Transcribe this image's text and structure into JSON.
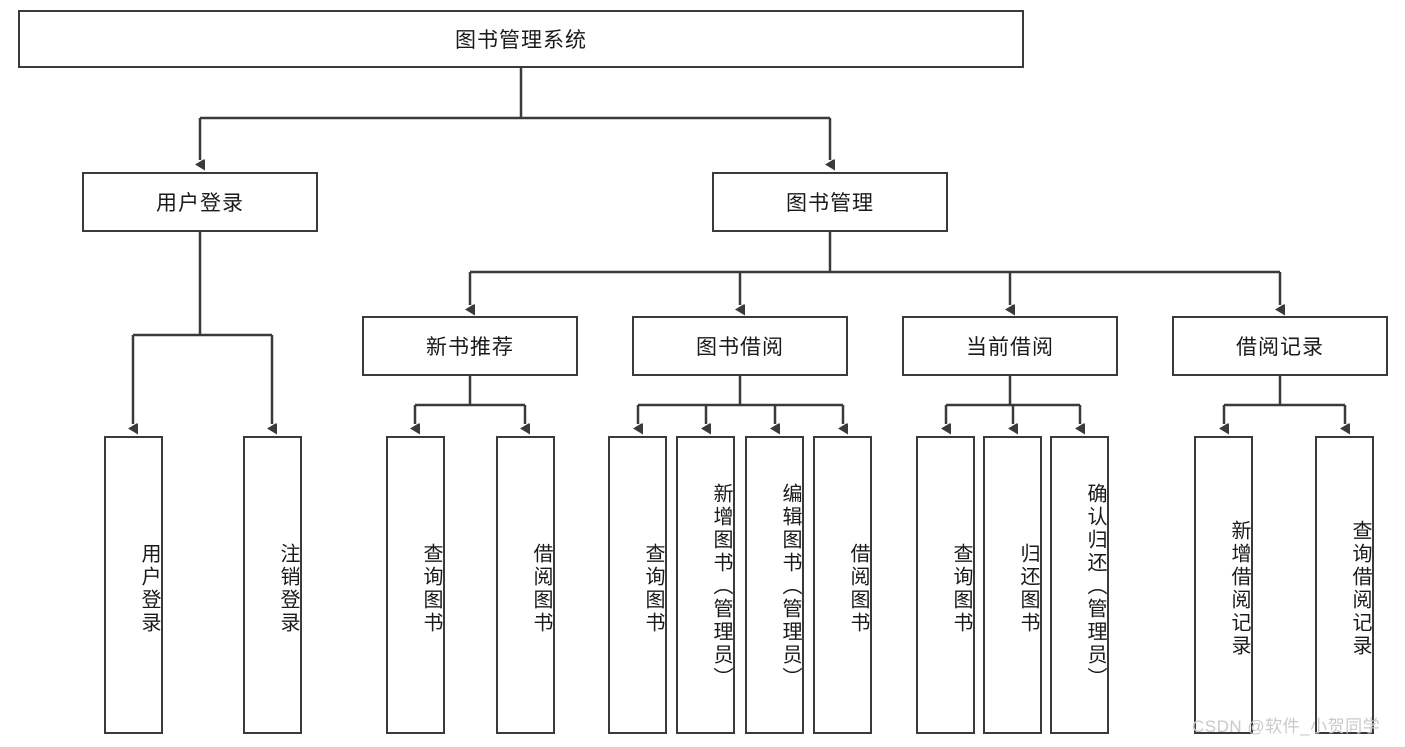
{
  "diagram": {
    "type": "tree",
    "title": "图书管理系统",
    "orientation": "top-down",
    "colors": {
      "box_border": "#3a3a3a",
      "box_fill": "#ffffff",
      "edge": "#3a3a3a",
      "text": "#1a1a1a",
      "watermark": "#c9c9c9",
      "background": "#ffffff"
    },
    "root": {
      "label": "图书管理系统"
    },
    "level2": [
      {
        "label": "用户登录"
      },
      {
        "label": "图书管理"
      }
    ],
    "level3": [
      {
        "label": "新书推荐"
      },
      {
        "label": "图书借阅"
      },
      {
        "label": "当前借阅"
      },
      {
        "label": "借阅记录"
      }
    ],
    "leaves": {
      "user_login": [
        {
          "label": "用户登录"
        },
        {
          "label": "注销登录"
        }
      ],
      "new_book": [
        {
          "label": "查询图书"
        },
        {
          "label": "借阅图书"
        }
      ],
      "book_borrow": [
        {
          "label": "查询图书"
        },
        {
          "label": "新增图书（管理员）"
        },
        {
          "label": "编辑图书（管理员）"
        },
        {
          "label": "借阅图书"
        }
      ],
      "current_borrow": [
        {
          "label": "查询图书"
        },
        {
          "label": "归还图书"
        },
        {
          "label": "确认归还（管理员）"
        }
      ],
      "borrow_record": [
        {
          "label": "新增借阅记录"
        },
        {
          "label": "查询借阅记录"
        }
      ]
    }
  },
  "watermark": {
    "text": "CSDN @软件_小贺同学"
  }
}
